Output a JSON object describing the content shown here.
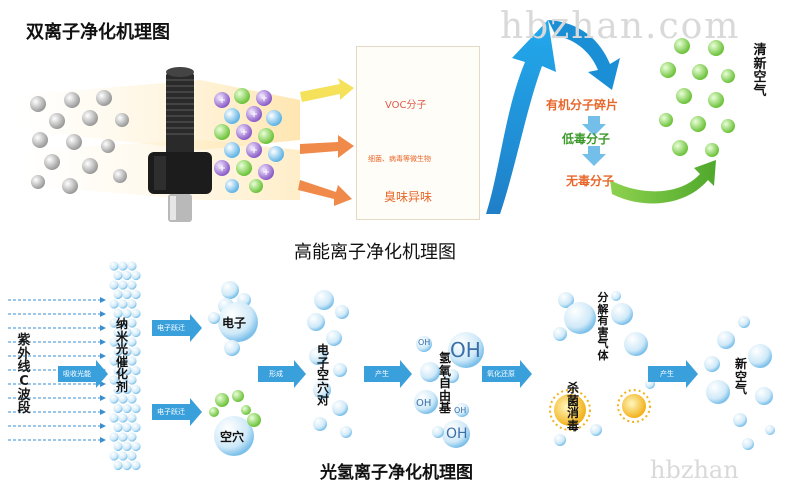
{
  "titles": {
    "dual_ion": "双离子净化机理图",
    "high_energy_ion": "高能离子净化机理图",
    "photo_hydrogen_ion": "光氢离子净化机理图"
  },
  "watermark": "hbzhan.com",
  "watermark_bottom": "hbzhan",
  "top_panel": {
    "voc_label": "VOC分子",
    "microbe_label": "细菌、病毒等微生物",
    "odor_label": "臭味异味"
  },
  "top_right": {
    "organic_fragments": "有机分子碎片",
    "low_toxicity": "低毒分子",
    "non_toxic": "无毒分子",
    "clean_air": "清\n新\n空\n气"
  },
  "bottom": {
    "uv_band": "紫\n外\n线\nC\n波\n段",
    "absorb_light": "吸收光能",
    "nano_catalyst": "纳\n米\n光\n催\n化\n剂",
    "electron_transition_1": "电子跃迁",
    "electron_transition_2": "电子跃迁",
    "electron": "电子",
    "hole": "空穴",
    "form": "形成",
    "electron_hole_pair": "电\n子\n空\n穴\n对",
    "produce_1": "产生",
    "radical": "氢\n氧\n自\n由\n基",
    "oh_labels": [
      "OH",
      "OH",
      "OH",
      "OH",
      "OH"
    ],
    "redox": "氧化还原",
    "decompose_gas": "分\n解\n有\n害\n气\n体",
    "sterilize": "杀\n菌\n消\n毒",
    "produce_2": "产生",
    "fresh_air": "新\n空\n气"
  },
  "colors": {
    "blue_arrow": "#1a8fd6",
    "green_arrow": "#5cb531",
    "orange_arrow": "#f08a4b",
    "yellow_arrow": "#f6e15a",
    "text_orange": "#e8672a",
    "text_green": "#3c9a2a",
    "tag_blue": "#3aa0dc"
  }
}
